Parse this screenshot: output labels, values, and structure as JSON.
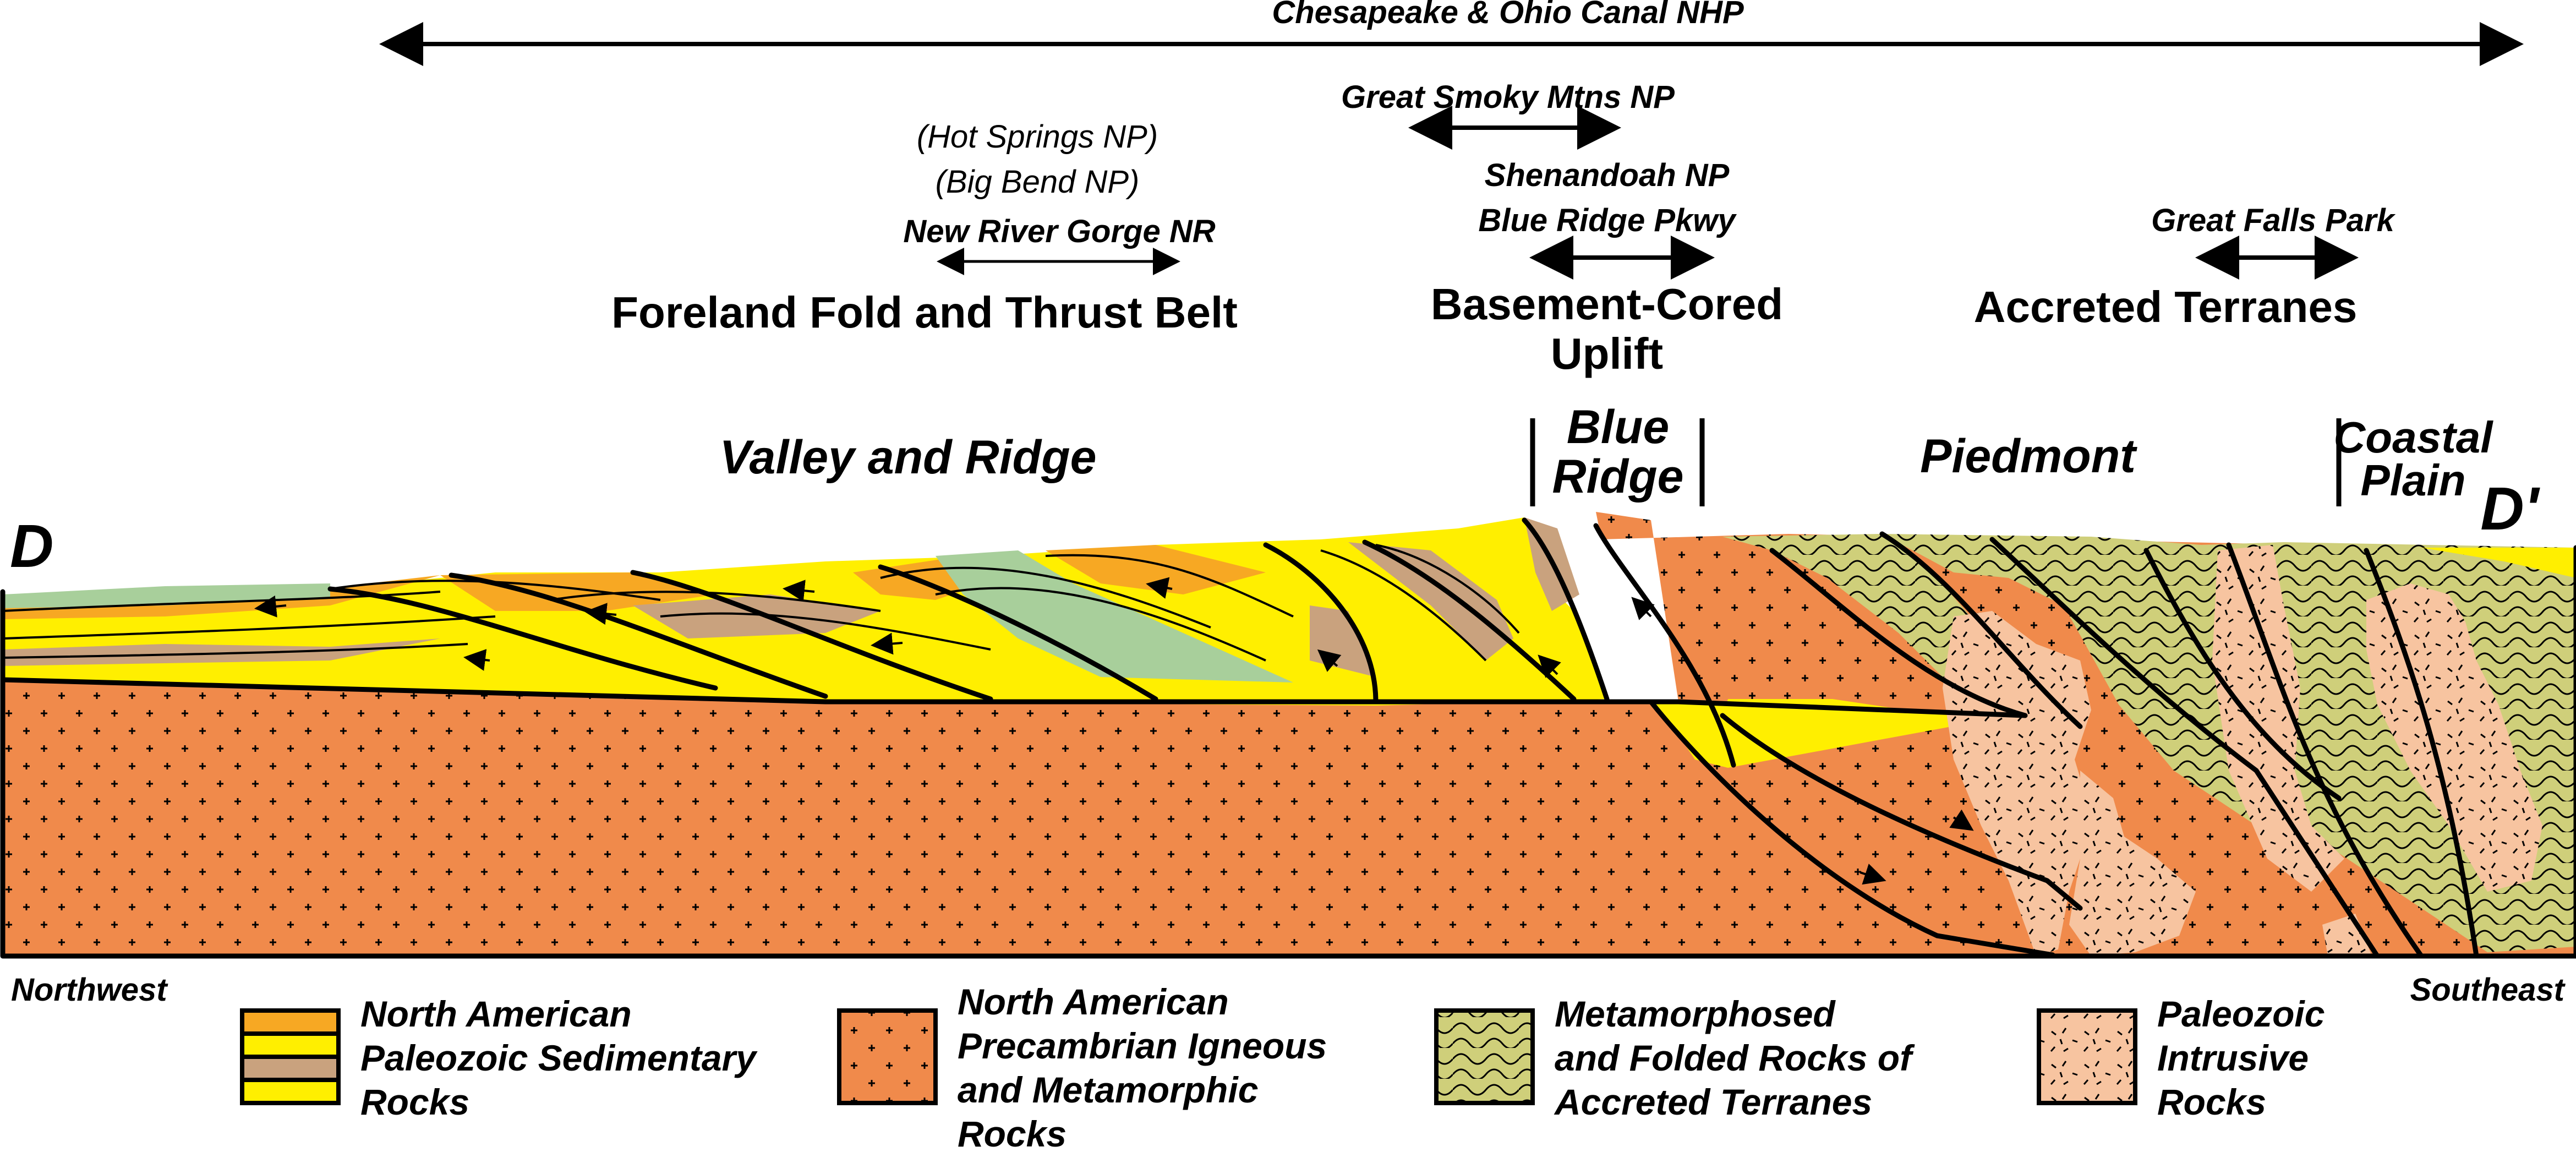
{
  "parks": {
    "canal": "Chesapeake & Ohio Canal NHP",
    "smoky": "Great Smoky Mtns NP",
    "hot_springs": "(Hot Springs NP)",
    "big_bend": "(Big Bend NP)",
    "new_river": "New River Gorge NR",
    "shenandoah": "Shenandoah NP",
    "blue_ridge_pkwy": "Blue Ridge Pkwy",
    "great_falls": "Great Falls Park"
  },
  "belts": {
    "foreland": "Foreland Fold and Thrust Belt",
    "basement_line1": "Basement-Cored",
    "basement_line2": "Uplift",
    "accreted": "Accreted Terranes"
  },
  "provinces": {
    "valley_ridge": "Valley and Ridge",
    "blue_ridge_line1": "Blue",
    "blue_ridge_line2": "Ridge",
    "piedmont": "Piedmont",
    "coastal_line1": "Coastal",
    "coastal_line2": "Plain"
  },
  "endpoints": {
    "start": "D",
    "end": "D'",
    "left_direction": "Northwest",
    "right_direction": "Southeast"
  },
  "legend": [
    {
      "lines": [
        "North American",
        "Paleozoic Sedimentary",
        "Rocks"
      ],
      "swatch": "sedimentary"
    },
    {
      "lines": [
        "North American",
        "Precambrian Igneous",
        "and Metamorphic",
        "Rocks"
      ],
      "swatch": "precambrian"
    },
    {
      "lines": [
        "Metamorphosed",
        "and Folded Rocks of",
        "Accreted Terranes"
      ],
      "swatch": "metamorphosed"
    },
    {
      "lines": [
        "Paleozoic",
        "Intrusive",
        "Rocks"
      ],
      "swatch": "intrusive"
    }
  ],
  "colors": {
    "orange_basement": "#f08a4b",
    "yellow": "#ffef00",
    "dark_yellow": "#f7a823",
    "tan": "#c9a27e",
    "green": "#a8cf9b",
    "olive": "#cfcf7a",
    "peach": "#f7c4a0"
  }
}
